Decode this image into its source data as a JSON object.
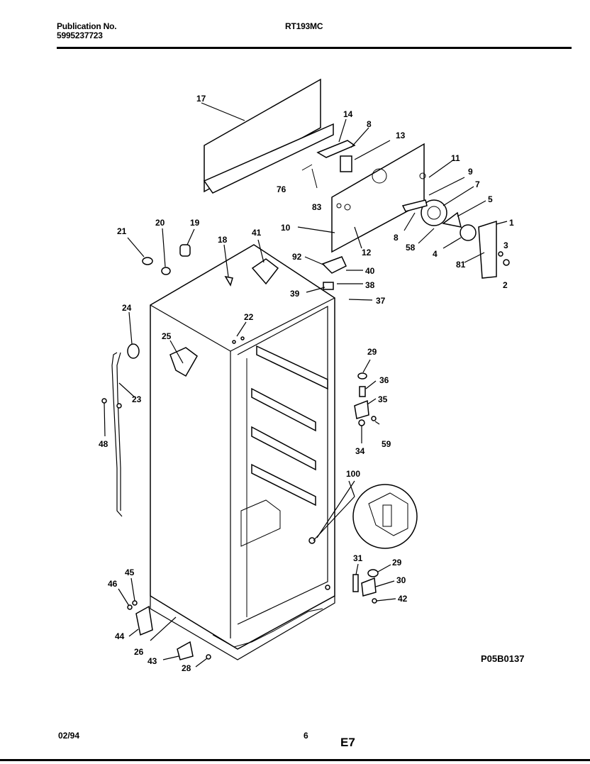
{
  "header": {
    "publication_label": "Publication No.",
    "publication_number": "5995237723",
    "model": "RT193MC"
  },
  "footer": {
    "date": "02/94",
    "page": "6",
    "section": "E7",
    "diagram_code": "P05B0137"
  },
  "callouts": {
    "c17": "17",
    "c14": "14",
    "c8a": "8",
    "c13": "13",
    "c76": "76",
    "c83": "83",
    "c11": "11",
    "c9": "9",
    "c7": "7",
    "c5": "5",
    "c10": "10",
    "c12": "12",
    "c8b": "8",
    "c58": "58",
    "c4": "4",
    "c1": "1",
    "c3": "3",
    "c81": "81",
    "c2": "2",
    "c21": "21",
    "c20": "20",
    "c19": "19",
    "c18": "18",
    "c41": "41",
    "c92": "92",
    "c40": "40",
    "c38": "38",
    "c39": "39",
    "c37": "37",
    "c22": "22",
    "c24": "24",
    "c25": "25",
    "c23": "23",
    "c48": "48",
    "c29a": "29",
    "c36": "36",
    "c35": "35",
    "c59": "59",
    "c34": "34",
    "c100": "100",
    "c31": "31",
    "c29b": "29",
    "c30": "30",
    "c42": "42",
    "c45": "45",
    "c46": "46",
    "c44": "44",
    "c26": "26",
    "c43": "43",
    "c28": "28"
  }
}
